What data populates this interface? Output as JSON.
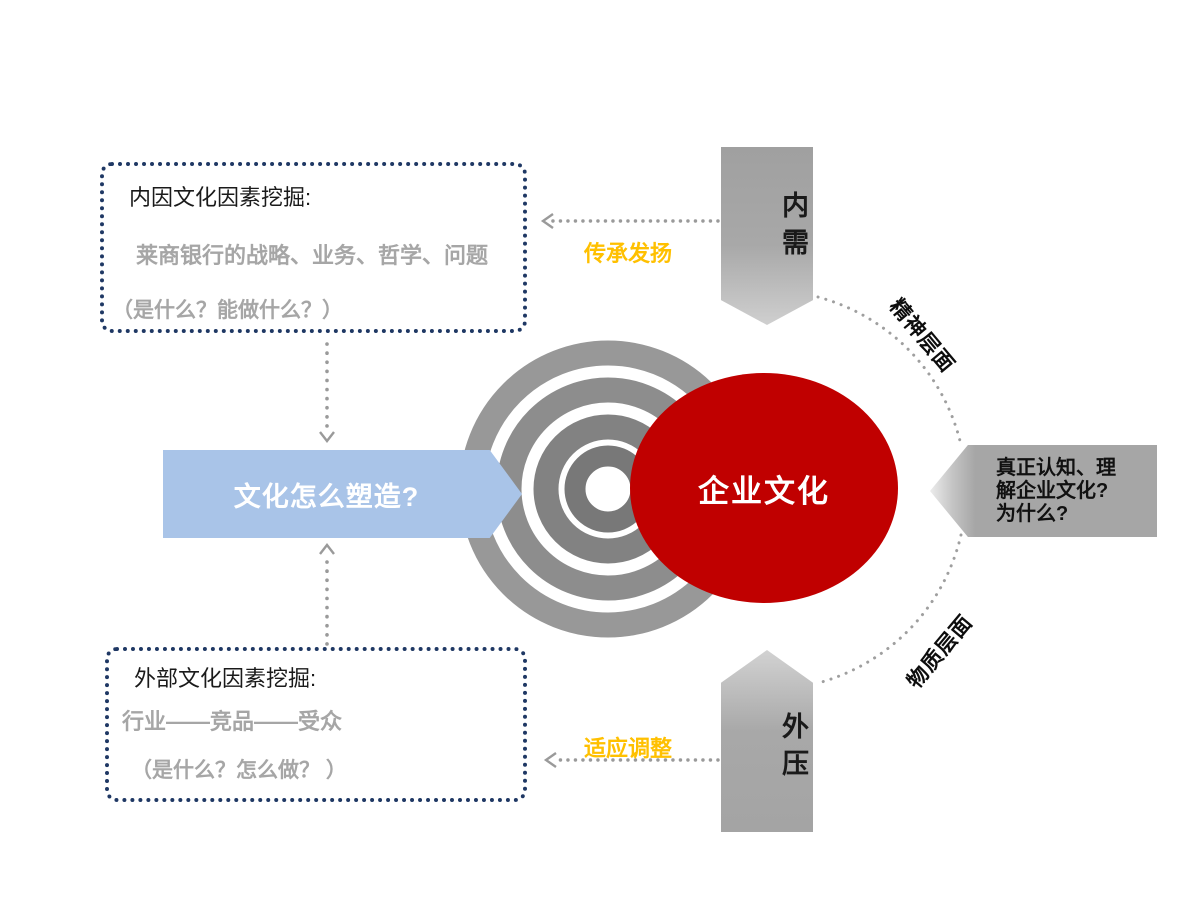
{
  "top_box": {
    "title": "内因文化因素挖掘:",
    "line2": "莱商银行的战略、业务、哲学、问题",
    "line3": "（是什么？能做什么？）"
  },
  "bottom_box": {
    "title": "外部文化因素挖掘:",
    "line2": "行业——竞品——受众",
    "line3": "（是什么？怎么做？ ）"
  },
  "blue_arrow": {
    "label": "文化怎么塑造?"
  },
  "center_circle": {
    "label": "企业文化"
  },
  "inner_arrow": {
    "label": "内需"
  },
  "outer_arrow": {
    "label": "外压"
  },
  "right_arrow": {
    "lines": [
      "真正认知、理",
      "解企业文化?",
      "为什么?"
    ]
  },
  "flow_labels": {
    "top": "传承发扬",
    "bottom": "适应调整"
  },
  "arc_labels": {
    "top": "精神层面",
    "bottom": "物质层面"
  },
  "colors": {
    "red": "#C00000",
    "blue": "#A9C4E8",
    "gray_arrow": "#A6A6A6",
    "yellow": "#FFC000",
    "navy_dots": "#1F3864",
    "ring_gray": "#8B8B8B",
    "dotted_line_gray": "#9A9A9A",
    "gray_text": "#A6A6A6"
  }
}
